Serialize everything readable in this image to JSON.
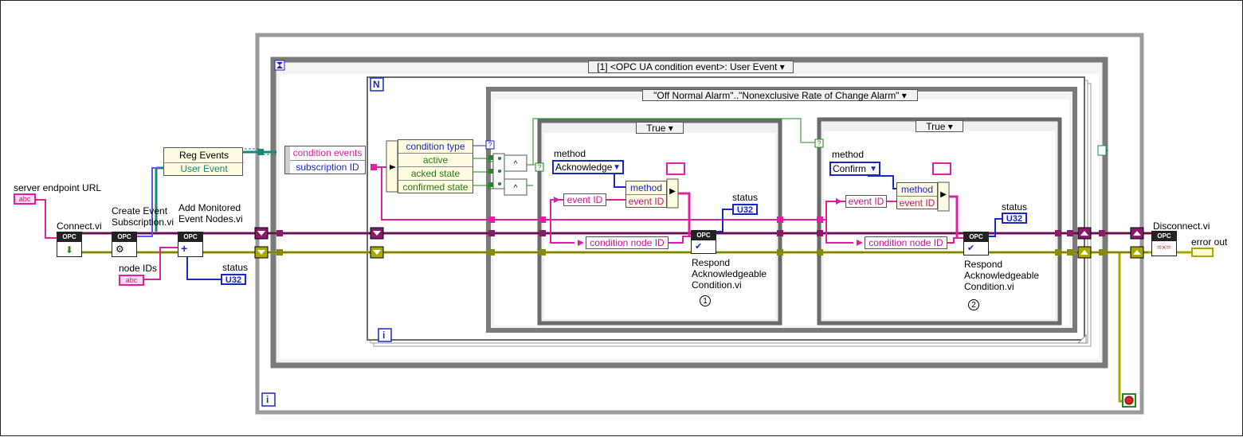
{
  "labels": {
    "server_endpoint_url": "server endpoint URL",
    "connect_vi": "Connect.vi",
    "create_event_sub": "Create Event\nSubscription.vi",
    "add_monitored": "Add Monitored\nEvent Nodes.vi",
    "node_ids": "node IDs",
    "status": "status",
    "disconnect_vi": "Disconnect.vi",
    "error_out": "error out",
    "respond_ack_1": "Respond\nAcknowledgeable\nCondition.vi",
    "respond_ack_2": "Respond\nAcknowledgeable\nCondition.vi",
    "method": "method"
  },
  "reg_events": {
    "title": "Reg Events",
    "item": "User Event"
  },
  "event_structure": {
    "case_label": "[1] <OPC UA condition event>: User Event"
  },
  "event_data_node": {
    "items": [
      "condition events",
      "subscription ID"
    ]
  },
  "unbundle": {
    "items": [
      "condition type",
      "active",
      "acked state",
      "confirmed state"
    ]
  },
  "case_outer": {
    "label": "\"Off Normal Alarm\"..\"Nonexclusive Rate of Change Alarm\""
  },
  "case_true_1": {
    "label": "True"
  },
  "case_true_2": {
    "label": "True"
  },
  "method_enum_1": {
    "value": "Acknowledge"
  },
  "method_enum_2": {
    "value": "Confirm"
  },
  "bundle_1": {
    "items": [
      "method",
      "event ID"
    ]
  },
  "bundle_2": {
    "items": [
      "method",
      "event ID"
    ]
  },
  "event_id_1": "event ID",
  "event_id_2": "event ID",
  "cond_node_id_1": "condition node ID",
  "cond_node_id_2": "condition node ID",
  "indicators": {
    "u32": "U32",
    "abc": "abc"
  },
  "loop_labels": {
    "n": "N",
    "i": "i"
  },
  "markers": {
    "one": "1",
    "two": "2"
  },
  "opc": "OPC",
  "colors": {
    "string_wire": "#e020a0",
    "ref_wire": "#8a1a6a",
    "error_wire": "#a8a800",
    "bool_wire": "#1e8a1e",
    "enum_wire": "#1a28c8",
    "event_wire": "#148a7a",
    "frame": "#808080"
  }
}
